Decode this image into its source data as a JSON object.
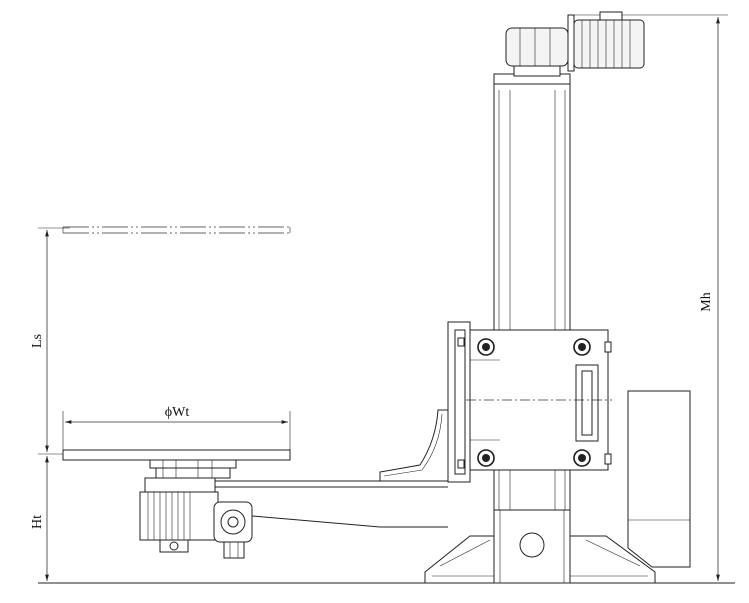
{
  "drawing": {
    "labels": {
      "mh": "Mh",
      "ls": "Ls",
      "ht": "Ht",
      "wt": "ϕWt"
    }
  }
}
